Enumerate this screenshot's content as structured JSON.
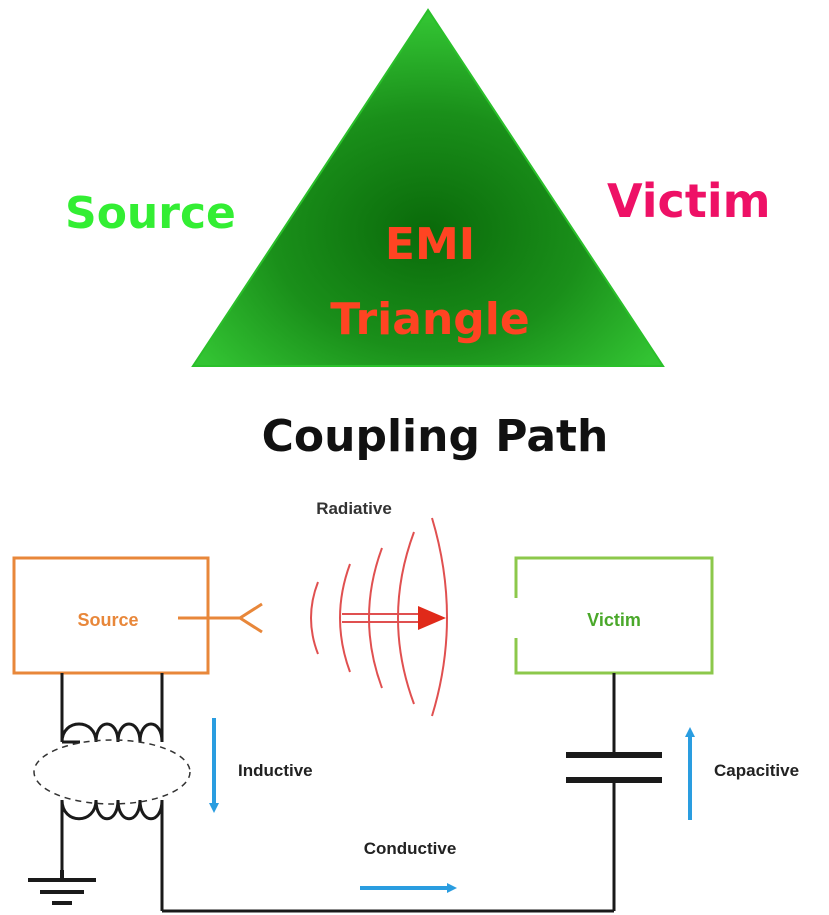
{
  "triangle": {
    "source_label": "Source",
    "victim_label": "Victim",
    "center_line1": "EMI",
    "center_line2": "Triangle",
    "bottom_label": "Coupling Path"
  },
  "circuit": {
    "source_box_label": "Source",
    "victim_box_label": "Victim",
    "radiative_label": "Radiative",
    "inductive_label": "Inductive",
    "capacitive_label": "Capacitive",
    "conductive_label": "Conductive"
  },
  "colors": {
    "triangle_green": "#1e9e1e",
    "source_green": "#33ee33",
    "victim_pink": "#ee1166",
    "emi_red": "#ff4422",
    "source_box": "#e8873a",
    "victim_box": "#8cc84b",
    "radiative_red": "#e05050",
    "arrow_blue": "#2a9de0"
  }
}
